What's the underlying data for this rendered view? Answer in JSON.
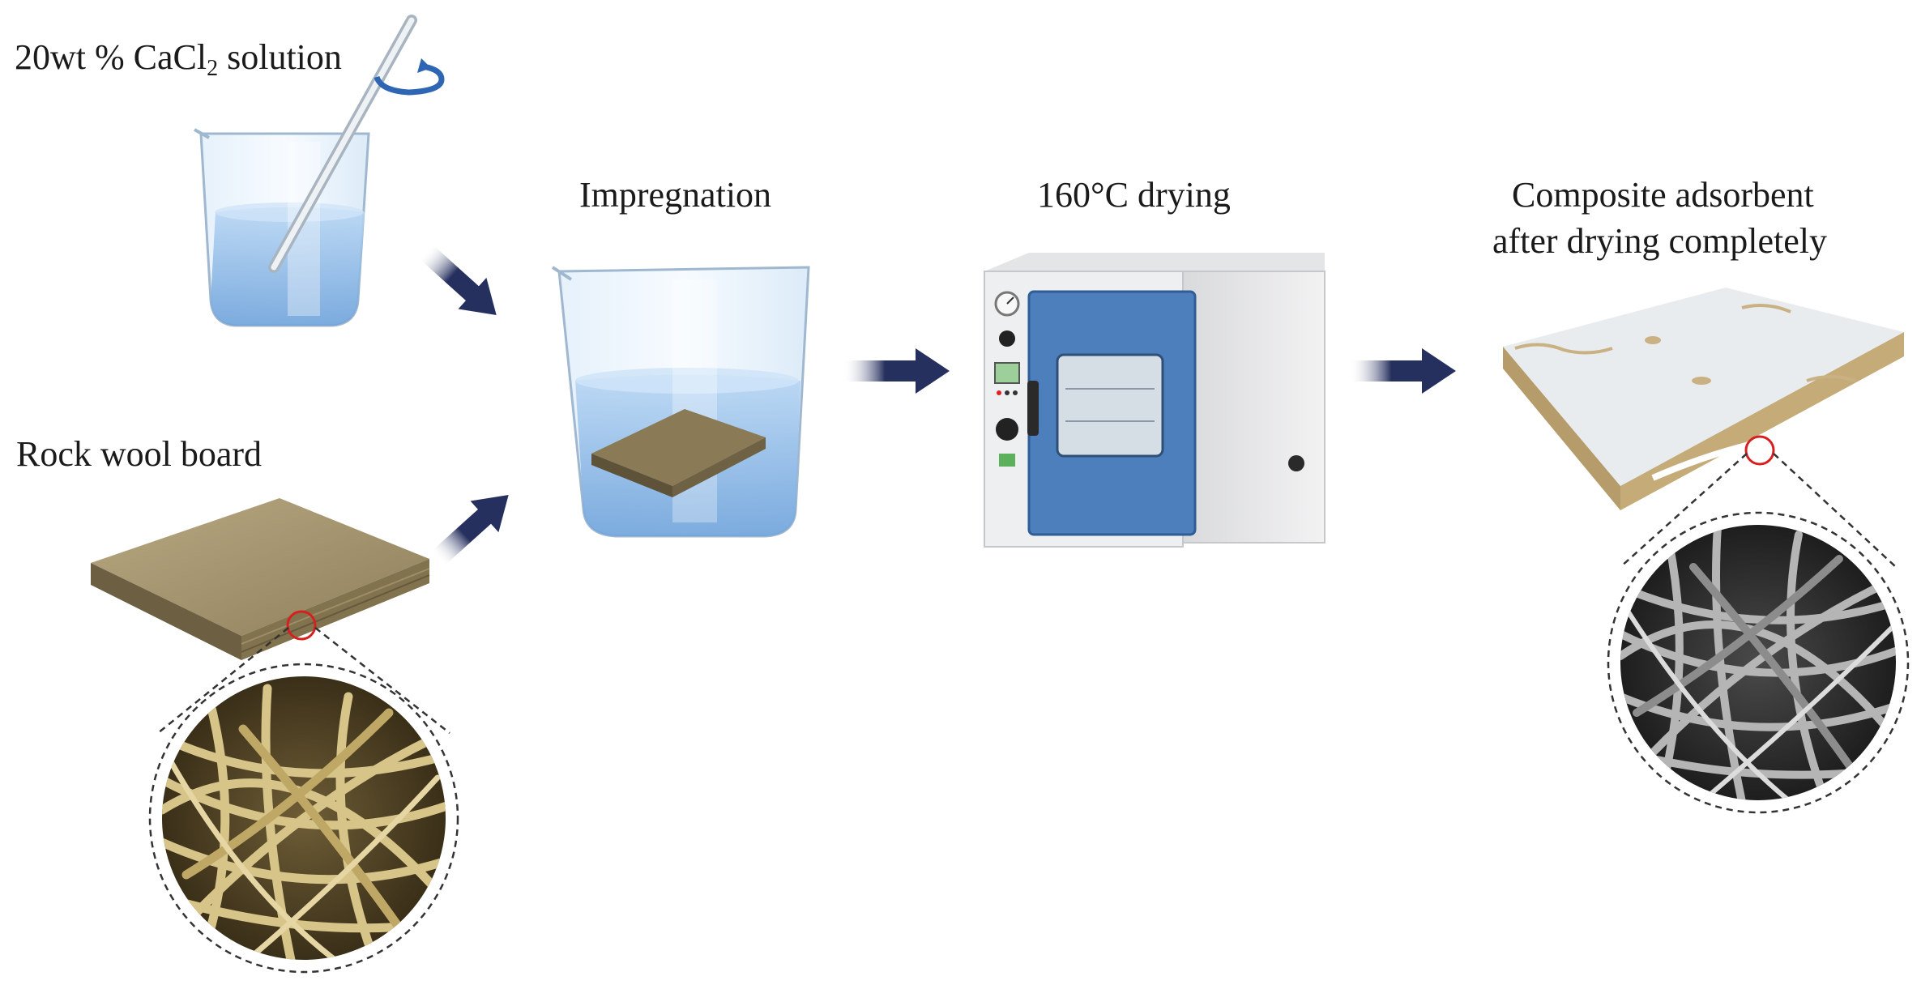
{
  "labels": {
    "solution_prefix": "20wt % CaCl",
    "solution_sub": "2",
    "solution_suffix": " solution",
    "rock_wool": "Rock wool board",
    "impregnation": "Impregnation",
    "drying": "160°C drying",
    "composite_line1": "Composite adsorbent",
    "composite_line2": "after drying completely"
  },
  "colors": {
    "arrow": "#26305e",
    "liquid": "#9cc3ec",
    "oven_door": "#4d7fbd",
    "rock_wool": "#a1916c",
    "fiber_raw": "#cdb87c",
    "fiber_composite": "#7a7a7a",
    "magnifier_ring": "#d62020"
  },
  "icons": {
    "stir": "rotation-arrow-icon",
    "process_arrow": "right-arrow-icon",
    "magnify": "magnifier-circle-icon"
  }
}
